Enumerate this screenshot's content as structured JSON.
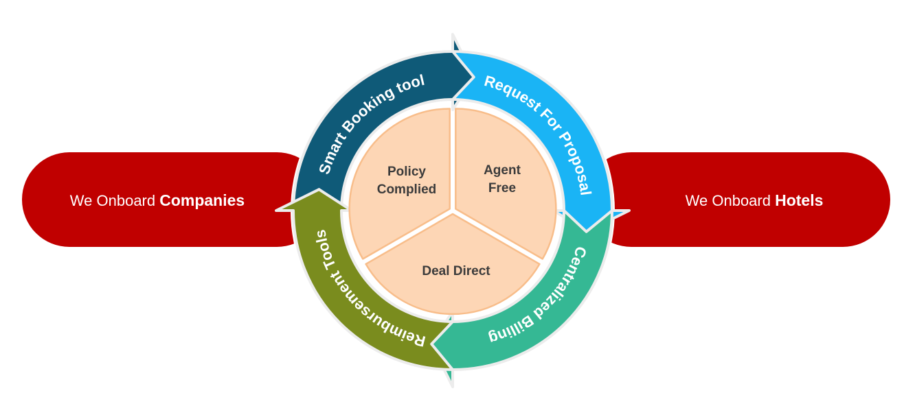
{
  "left_banner": {
    "prefix": "We Onboard ",
    "emphasis": "Companies"
  },
  "right_banner": {
    "prefix": "We Onboard ",
    "emphasis": "Hotels"
  },
  "cycle": [
    {
      "label": "Smart Booking tool",
      "color": "#0f5a78"
    },
    {
      "label": "Request For Proposal",
      "color": "#1ab4f5"
    },
    {
      "label": "Centralized Billing",
      "color": "#35b894"
    },
    {
      "label": "Reimbursement Tools",
      "color": "#7a8c1e"
    }
  ],
  "center": {
    "policy": {
      "line1": "Policy",
      "line2": "Complied"
    },
    "agent": {
      "line1": "Agent",
      "line2": "Free"
    },
    "deal": {
      "line1": "Deal Direct"
    }
  },
  "colors": {
    "banner": "#c00000",
    "pie_fill": "#fdd6b5",
    "pie_stroke": "#f8bd8a"
  }
}
